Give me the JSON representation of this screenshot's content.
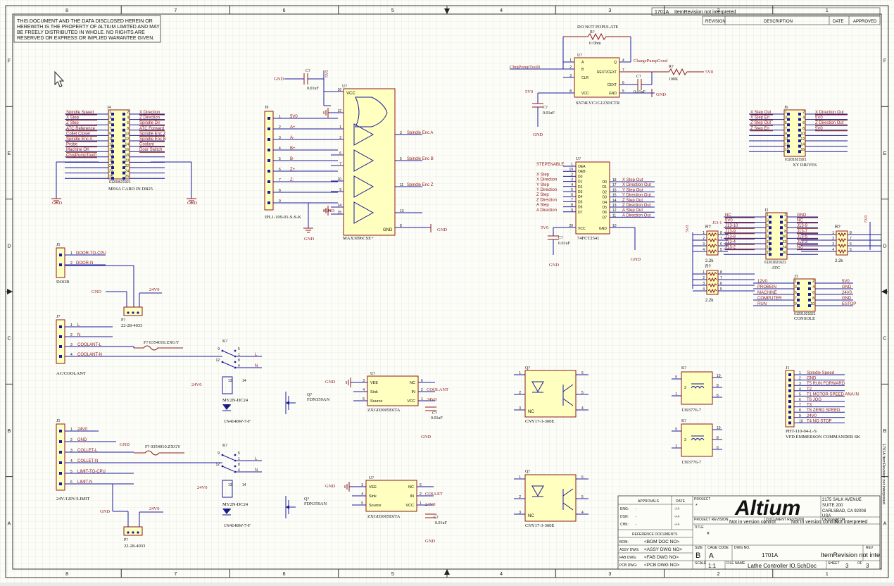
{
  "border": {
    "cols": [
      "8",
      "7",
      "6",
      "5",
      "4",
      "3",
      "2",
      "1"
    ],
    "rows": [
      "F",
      "E",
      "D",
      "C",
      "B",
      "A"
    ]
  },
  "disclaimer": [
    "THIS DOCUMENT AND THE DATA DISCLOSED HEREIN OR",
    "HEREWITH IS THE PROPERTY OF ALTIUM LIMITED AND MAY",
    "BE FREELY DISTRIBUTED IN WHOLE. NO RIGHTS ARE",
    "RESERVED OR EXPRESS OR IMPLIED WARANTEE GIVEN."
  ],
  "revision_block": {
    "tag": "1701A",
    "rev_text": "ItemRevision not interpreted",
    "cols": [
      "REVISION",
      "DESCRIPTION",
      "DATE",
      "APPROVED"
    ]
  },
  "components": {
    "j4": {
      "ref": "J4",
      "name": "MESA CARD IN DB25",
      "part": "61200621921",
      "left_nets": [
        "Spindle Speed",
        "X Step",
        "Z Step",
        "ATC Reference",
        "Collet Closer",
        "Spindle Enc A",
        "Probe",
        "Machine OK",
        "ChrgPumpTool0"
      ],
      "left_pins": [
        "1",
        "3",
        "5",
        "7",
        "9",
        "11",
        "13",
        "15",
        "17",
        "19",
        "21",
        "23",
        "25"
      ],
      "right_pins": [
        "2",
        "4",
        "6",
        "8",
        "10",
        "12",
        "14",
        "16",
        "18",
        "20",
        "22",
        "24",
        "26"
      ],
      "right_nets": [
        "X Direction",
        "Z Direction",
        "Spindle Dir",
        "ATC Forward",
        "Spindle Enc Z",
        "Spindle Enc B",
        "Coolant",
        "Door Switch"
      ],
      "gnd": [
        "GND",
        "GND"
      ]
    },
    "j9": {
      "ref": "J9",
      "name": "IPL1-109-01-S-S-K",
      "pins": [
        "1",
        "2",
        "3",
        "4",
        "5",
        "6",
        "7",
        "8",
        "9"
      ],
      "nets": [
        "5V0",
        "A+",
        "A-",
        "B+",
        "B-",
        "Z+",
        "Z-"
      ],
      "gnd": "GND"
    },
    "c_top": {
      "ref": "C?",
      "value": "0.01uF",
      "gnd": "GND",
      "net": "5V0"
    },
    "u_max": {
      "ref": "U?",
      "name": "MAX3096CSE+",
      "vcc": "VCC",
      "gnd_label": "GND",
      "left_pins": [
        "16",
        "12",
        "1",
        "2",
        "6",
        "7",
        "10",
        "9",
        "14",
        "15"
      ],
      "right_pins": [
        "3",
        "5",
        "11",
        "13",
        "8"
      ],
      "outputs": [
        "Spindle Enc A",
        "Spindle Enc B",
        "Spindle Enc Z"
      ],
      "gnd": [
        "GND",
        "GND"
      ]
    },
    "u_sn": {
      "ref": "U?",
      "name": "SN74LVC1G123DCTR",
      "pins_left": [
        "A",
        "B",
        "CLR",
        "VCC"
      ],
      "pins_right": [
        "Q",
        "REXT/CEXT",
        "CEXT",
        "GND"
      ],
      "pin_nums": [
        "1",
        "2",
        "3",
        "8",
        "4",
        "7",
        "6",
        "5"
      ],
      "in_net": "ChrgPumpTool0",
      "out_net": "ChargePumpGood",
      "vcc_net": "5V0",
      "gnd": [
        "GND",
        "GND"
      ]
    },
    "r_dnp": {
      "ref": "R?",
      "note": "DO NOT POPULATE",
      "value": "0 Ohm"
    },
    "r_100k": {
      "ref": "R?",
      "value": "100K",
      "net": "5V0"
    },
    "c_sn1": {
      "ref": "C?",
      "value": "0.01uF"
    },
    "c_sn2": {
      "ref": "C?",
      "value": "0.01uF"
    },
    "j6": {
      "ref": "J6",
      "name": "XY DRIVES",
      "part": "61201621921",
      "left_nets": [
        "X Step Out",
        "X Step En",
        "Z Step Out",
        "Z Step En"
      ],
      "right_nets": [
        "X Direction Out",
        "5V0",
        "Z Direction Out",
        "5V0"
      ],
      "left_pins": [
        "1",
        "3",
        "5",
        "7",
        "9",
        "11",
        "13",
        "15"
      ],
      "right_pins": [
        "2",
        "4",
        "6",
        "8",
        "10",
        "12",
        "14",
        "16"
      ]
    },
    "u_74": {
      "ref": "U?",
      "name": "74FCT2541",
      "left_pins": [
        "1",
        "19",
        "2",
        "3",
        "4",
        "5",
        "6",
        "7",
        "8",
        "9",
        "20"
      ],
      "left_labels": [
        "OEA",
        "OEB",
        "D0",
        "D1",
        "D2",
        "D3",
        "D4",
        "D5",
        "D6",
        "D7",
        "VCC"
      ],
      "right_pins": [
        "18",
        "17",
        "16",
        "15",
        "14",
        "13",
        "12",
        "11",
        "10"
      ],
      "right_labels": [
        "O0",
        "O1",
        "O2",
        "O3",
        "O4",
        "O5",
        "O6",
        "O7",
        "GND"
      ],
      "in_nets": [
        "STEPENABLE",
        "X Step",
        "X Direction",
        "Y Step",
        "Y Direction",
        "Z Step",
        "Z Direction",
        "A Step",
        "A Direction"
      ],
      "out_nets": [
        "X Step Out",
        "X Direction Out",
        "Y Step Out",
        "Y Direction Out",
        "Z Step Out",
        "Z Direction Out",
        "A Step Out",
        "A Direction Out"
      ],
      "vcc_net": "5V0",
      "gnd": [
        "GND",
        "GND"
      ]
    },
    "c_74": {
      "ref": "C?",
      "value": "0.01uF"
    },
    "j2": {
      "ref": "J2",
      "name": "ATC",
      "part": "61201621621",
      "left_nets": [
        "NC",
        "5V0",
        "J13-10",
        "J13-9",
        "J13-8",
        "J13-4",
        "J13-2"
      ],
      "right_nets": [
        "GND",
        "NC",
        "J13-9",
        "J13-7",
        "J13-5",
        "J13-3",
        "NC"
      ],
      "left_pins": [
        "1",
        "3",
        "5",
        "7",
        "9",
        "11",
        "13",
        "15"
      ],
      "right_pins": [
        "2",
        "4",
        "6",
        "8",
        "10",
        "12",
        "14",
        "16"
      ],
      "net_j13": "J13-1"
    },
    "rn_left": {
      "ref": "R?",
      "value": "2.2k",
      "pins": [
        "1",
        "2",
        "3",
        "4",
        "8",
        "7",
        "6",
        "5"
      ]
    },
    "rn_right": {
      "ref": "R?",
      "value": "2.2k",
      "pins": [
        "1",
        "2",
        "3",
        "4",
        "8",
        "7",
        "6",
        "5"
      ]
    },
    "rn_mid": {
      "ref": "R?",
      "value": "2.2k",
      "pins": [
        "1",
        "2",
        "3",
        "4",
        "8",
        "7",
        "6",
        "5"
      ]
    },
    "j3": {
      "ref": "J3",
      "name": "CONSOLE",
      "part": "61201021621",
      "left_nets": [
        "12V0",
        "PROBEIN",
        "MACHINE",
        "COMPUTER",
        "RUN"
      ],
      "right_nets": [
        "5V0",
        "GND",
        "24V0",
        "GND",
        "ESTOP"
      ],
      "left_pins": [
        "1",
        "3",
        "5",
        "7",
        "9"
      ],
      "right_pins": [
        "2",
        "4",
        "6",
        "8",
        "10"
      ]
    },
    "j5_door": {
      "ref": "J5",
      "name": "DOOR",
      "pins": [
        "1",
        "2"
      ],
      "nets": [
        "DOOR-TO-CPU",
        "DOOR-N"
      ]
    },
    "p_door": {
      "ref": "P?",
      "name": "22-28-4033",
      "gnd": "GND",
      "net": "24V0"
    },
    "j7": {
      "ref": "J7",
      "name": "AC/COOLANT",
      "pins": [
        "1",
        "2",
        "3",
        "4"
      ],
      "nets": [
        "L",
        "N",
        "COOLANT-L",
        "COOLANT-N"
      ]
    },
    "f_coolant": {
      "ref": "F?",
      "value": "0354010.ZXGY"
    },
    "k_coolant": {
      "ref": "K?",
      "name": "MY2N-DC24",
      "pins": [
        "9",
        "5",
        "1",
        "12",
        "8",
        "4",
        "13",
        "14"
      ],
      "nets": [
        "L",
        "N"
      ],
      "vnet": "24V0"
    },
    "d_coolant": {
      "ref": "D?",
      "name": "1N4148W-7-F"
    },
    "q_coolant": {
      "ref": "Q?",
      "name": "FDN359AN",
      "pins": [
        "3",
        "1",
        "2"
      ]
    },
    "u_zx1": {
      "ref": "U?",
      "name": "ZXGD3005E6TA",
      "left": [
        "VEE",
        "Sink",
        "Source"
      ],
      "right": [
        "NC",
        "IN",
        "VCC"
      ],
      "lpins": [
        "3",
        "4",
        "5"
      ],
      "rpins": [
        "6",
        "2",
        "1"
      ],
      "in_net": "COOLANT",
      "vnet": "24V0",
      "gnd": "GND"
    },
    "c_zx1": {
      "ref": "C?",
      "value": "0.01uF",
      "gnd": "GND"
    },
    "j5_limit": {
      "ref": "J5",
      "name": "24V/120V/LIMIT",
      "pins": [
        "1",
        "2",
        "3",
        "4",
        "5",
        "6"
      ],
      "nets": [
        "24V0",
        "GND",
        "COLLET-L",
        "COLLET-N",
        "LIMIT-TO-CPU",
        "LIMIT-N"
      ],
      "gnd": "GND"
    },
    "f_collet": {
      "ref": "F?",
      "value": "0354010.ZXGY"
    },
    "k_collet": {
      "ref": "K?",
      "name": "MY2N-DC24",
      "pins": [
        "9",
        "5",
        "1",
        "12",
        "8",
        "4",
        "13",
        "14"
      ],
      "nets": [
        "L",
        "N"
      ],
      "vnet": "24V0"
    },
    "d_collet": {
      "ref": "D?",
      "name": "1N4148W-7-F"
    },
    "p_limit": {
      "ref": "P?",
      "name": "22-28-4033",
      "gnd": "GND",
      "net": "24V0"
    },
    "q_collet": {
      "ref": "Q?",
      "name": "FDN359AN",
      "pins": [
        "3",
        "1",
        "2"
      ]
    },
    "u_zx2": {
      "ref": "U?",
      "name": "ZXGD3005E6TA",
      "left": [
        "VEE",
        "Sink",
        "Source"
      ],
      "right": [
        "NC",
        "IN",
        "VCC"
      ],
      "lpins": [
        "3",
        "4",
        "5"
      ],
      "rpins": [
        "6",
        "2",
        "1"
      ],
      "in_net": "COLLET",
      "vnet": "24V0",
      "gnd": "GND"
    },
    "c_zx2": {
      "ref": "C?",
      "value": "0.01uF",
      "gnd": "GND"
    },
    "opto1": {
      "ref": "Q?",
      "name": "CNY17-3-300E",
      "pins": [
        "1",
        "2",
        "3",
        "6",
        "5",
        "4"
      ],
      "nc": "NC"
    },
    "opto2": {
      "ref": "Q?",
      "name": "CNY17-3-300E",
      "pins": [
        "1",
        "2",
        "3",
        "6",
        "5",
        "4"
      ],
      "nc": "NC"
    },
    "k_small1": {
      "ref": "K?",
      "name": "1393776-7",
      "pins": [
        "5",
        "1",
        "3",
        "10",
        "8",
        "6"
      ]
    },
    "k_small2": {
      "ref": "K?",
      "name": "1393776-7",
      "pins": [
        "5",
        "1",
        "3",
        "10",
        "8",
        "6"
      ]
    },
    "j1": {
      "ref": "J1",
      "name": "VFD EMMERSON COMMANDER SK",
      "part": "PHT-110-04-L-S",
      "pins": [
        "1",
        "2",
        "3",
        "4",
        "5",
        "6",
        "7",
        "8",
        "9",
        "10"
      ],
      "nets": [
        "Spindle Speed",
        "GND",
        "T5 RUN FORWARD",
        "T2",
        "T1 MOTOR SPEED ANA IN",
        "T6 JOG",
        "T3",
        "T8 ZERO SPEED",
        "24V0",
        "T4 NO STOP"
      ]
    }
  },
  "title_block": {
    "approvals_label": "APPROVALS",
    "date_label": "DATE",
    "approval_rows": [
      "ENG:",
      "DSN:",
      "CHK:"
    ],
    "blank": "-/-/-",
    "dash": "-",
    "ref_docs_label": "REFERENCE DOCUMENTS",
    "docs": [
      {
        "k": "BOM:",
        "v": "<BOM DOC NO>"
      },
      {
        "k": "ASSY DWG:",
        "v": "<ASSY DWG NO>"
      },
      {
        "k": "FAB DWG:",
        "v": "<FAB DWG NO>"
      },
      {
        "k": "PCB DWG:",
        "v": "<PCB DWG NO>"
      }
    ],
    "project_label": "PROJECT",
    "project_value": "*",
    "logo": "Altium",
    "address": [
      "2175 SALK AVENUE",
      "SUITE 200",
      "CARLSBAD, CA 92008",
      "USA"
    ],
    "project_revision_label": "PROJECT REVISION",
    "document_revision_label": "DOCUMENT REVISION",
    "designator_label": "DESIGNATOR",
    "not_in_vc": "Not in version control",
    "not_interpreted": "Not interpreted",
    "title_label": "TITLE",
    "title_value": "*",
    "size_label": "SIZE",
    "size_value": "B",
    "cage_label": "CAGE CODE",
    "cage_value": "A",
    "dwgno_label": "DWG NO.",
    "dwgno_value": "1701A",
    "item_rev": "ItemRevision not inte",
    "rev_label": "REV",
    "scale_label": "SCALE",
    "scale_value": "1:1",
    "file_label": "FILE NAME",
    "file_value": "Lathe Controller IO.SchDoc",
    "sheet_label": "SHEET",
    "sheet_value": "3",
    "of_label": "OF",
    "of_value": "3",
    "side_note": "1701A ItemRevision not interpreted"
  }
}
